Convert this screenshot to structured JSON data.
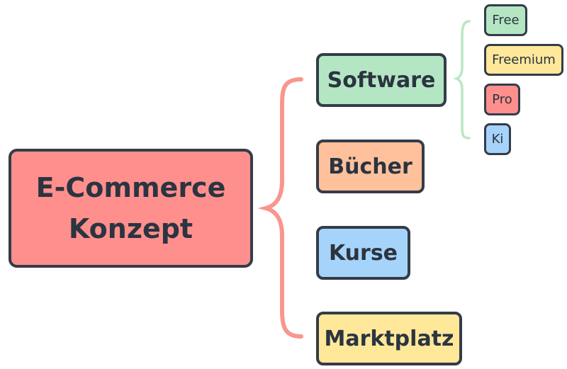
{
  "diagram": {
    "root": {
      "label_line1": "E-Commerce",
      "label_line2": "Konzept",
      "color": "#ff8f8d"
    },
    "branches": [
      {
        "label": "Software",
        "color": "#b4e6c3"
      },
      {
        "label": "Bücher",
        "color": "#ffc19b"
      },
      {
        "label": "Kurse",
        "color": "#a6d3fa"
      },
      {
        "label": "Marktplatz",
        "color": "#ffe89a"
      }
    ],
    "software_children": [
      {
        "label": "Free",
        "color": "#b4e6c3"
      },
      {
        "label": "Freemium",
        "color": "#ffe89a"
      },
      {
        "label": "Pro",
        "color": "#ff8f8d"
      },
      {
        "label": "Ki",
        "color": "#a6d3fa"
      }
    ],
    "connector_colors": {
      "root_bracket": "#f8968f",
      "software_bracket": "#b9e7c4"
    }
  }
}
